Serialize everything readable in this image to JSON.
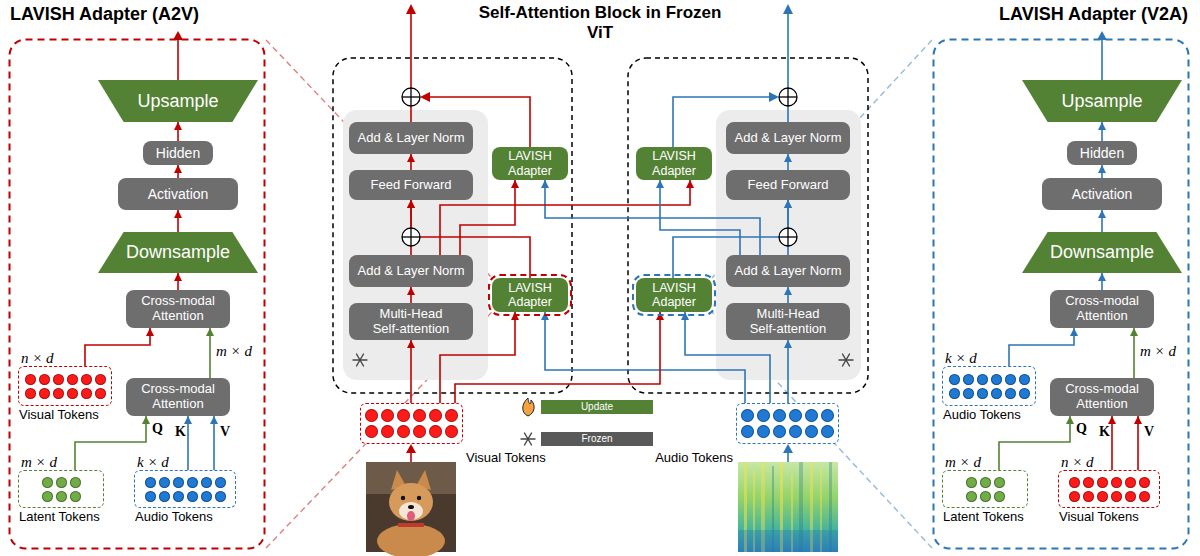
{
  "diagram": {
    "nodes": [
      {
        "text": [
          "LAVISH Adapter (A2V)"
        ]
      },
      {
        "text": [
          "Upsample"
        ],
        "in": 0
      },
      {
        "text": [
          "Hidden"
        ],
        "in": 0
      },
      {
        "text": [
          "Activation"
        ],
        "in": 0
      },
      {
        "text": [
          "Downsample"
        ],
        "in": 0
      },
      {
        "text": [
          "Cross-modal Attention"
        ],
        "in": 0
      },
      {
        "text": [
          "n × d",
          "Visual Tokens"
        ],
        "in": 0
      },
      {
        "text": [
          "Cross-modal Attention"
        ],
        "in": 0
      },
      {
        "text": [
          "m × d",
          "Latent Tokens"
        ],
        "in": 0
      },
      {
        "text": [
          "k × d",
          "Audio Tokens"
        ],
        "in": 0
      },
      {
        "text": [
          "Add & Layer Norm"
        ]
      },
      {
        "text": [
          "LAVISH Adapter"
        ]
      },
      {
        "text": [
          "Feed Forward"
        ]
      },
      {
        "text": [
          "Add & Layer Norm"
        ]
      },
      {
        "text": [
          "LAVISH Adapter"
        ]
      },
      {
        "text": [
          "Multi-Head Self-attention"
        ]
      },
      {
        "text": [
          "LAVISH Adapter"
        ]
      },
      {
        "text": [
          "Add & Layer Norm"
        ]
      },
      {
        "text": [
          "Feed Forward"
        ]
      },
      {
        "text": [
          "LAVISH Adapter"
        ]
      },
      {
        "text": [
          "Add & Layer Norm"
        ]
      },
      {
        "text": [
          "Multi-Head Self-attention"
        ]
      },
      {
        "text": [
          "Visual Tokens"
        ]
      },
      {
        "text": [
          "Audio Tokens"
        ]
      },
      {
        "text": [
          "LAVISH Adapter (V2A)"
        ]
      },
      {
        "text": [
          "Upsample"
        ],
        "in": 24
      },
      {
        "text": [
          "Hidden"
        ],
        "in": 24
      },
      {
        "text": [
          "Activation"
        ],
        "in": 24
      },
      {
        "text": [
          "Downsample"
        ],
        "in": 24
      },
      {
        "text": [
          "Cross-modal Attention"
        ],
        "in": 24
      },
      {
        "text": [
          "k × d",
          "Audio Tokens"
        ],
        "in": 24
      },
      {
        "text": [
          "Cross-modal Attention"
        ],
        "in": 24
      },
      {
        "text": [
          "m × d",
          "Latent Tokens"
        ],
        "in": 24
      },
      {
        "text": [
          "n × d",
          "Visual Tokens"
        ],
        "in": 24
      }
    ],
    "edges": [
      {
        "from": 8,
        "to": 7,
        "arrow": "to",
        "label": "Q"
      },
      {
        "from": 9,
        "to": 7,
        "arrow": "to",
        "label": "K"
      },
      {
        "from": 9,
        "to": 7,
        "arrow": "to",
        "label": "V"
      },
      {
        "from": 7,
        "to": 5,
        "arrow": "to",
        "label": "m × d"
      },
      {
        "from": 6,
        "to": 5,
        "arrow": "to"
      },
      {
        "from": 5,
        "to": 4,
        "arrow": "to"
      },
      {
        "from": 4,
        "to": 3,
        "arrow": "to"
      },
      {
        "from": 3,
        "to": 2,
        "arrow": "to"
      },
      {
        "from": 2,
        "to": 1,
        "arrow": "to"
      },
      {
        "from": 22,
        "to": 15,
        "arrow": "to"
      },
      {
        "from": 15,
        "to": 13,
        "arrow": "to"
      },
      {
        "from": 13,
        "to": 12,
        "arrow": "to"
      },
      {
        "from": 12,
        "to": 10,
        "arrow": "to"
      },
      {
        "from": 22,
        "to": 14,
        "arrow": "to"
      },
      {
        "from": 23,
        "to": 14,
        "arrow": "to"
      },
      {
        "from": 14,
        "to": 12,
        "arrow": "to"
      },
      {
        "from": 13,
        "to": 11,
        "arrow": "to"
      },
      {
        "from": 20,
        "to": 11,
        "arrow": "to"
      },
      {
        "from": 13,
        "to": 16,
        "arrow": "to"
      },
      {
        "from": 20,
        "to": 16,
        "arrow": "to"
      },
      {
        "from": 23,
        "to": 21,
        "arrow": "to"
      },
      {
        "from": 21,
        "to": 20,
        "arrow": "to"
      },
      {
        "from": 20,
        "to": 18,
        "arrow": "to"
      },
      {
        "from": 18,
        "to": 17,
        "arrow": "to"
      },
      {
        "from": 22,
        "to": 19,
        "arrow": "to"
      },
      {
        "from": 23,
        "to": 19,
        "arrow": "to"
      },
      {
        "from": 19,
        "to": 18,
        "arrow": "to"
      },
      {
        "from": 32,
        "to": 31,
        "arrow": "to",
        "label": "Q"
      },
      {
        "from": 33,
        "to": 31,
        "arrow": "to",
        "label": "K"
      },
      {
        "from": 33,
        "to": 31,
        "arrow": "to",
        "label": "V"
      },
      {
        "from": 31,
        "to": 29,
        "arrow": "to",
        "label": "m × d"
      },
      {
        "from": 30,
        "to": 29,
        "arrow": "to"
      },
      {
        "from": 29,
        "to": 28,
        "arrow": "to"
      },
      {
        "from": 28,
        "to": 27,
        "arrow": "to"
      },
      {
        "from": 27,
        "to": 26,
        "arrow": "to"
      },
      {
        "from": 26,
        "to": 25,
        "arrow": "to"
      }
    ],
    "labels": [
      "Self-Attention Block in Frozen ViT"
    ],
    "legend": [
      {
        "text": "Update",
        "color": "#548235"
      },
      {
        "text": "Frozen",
        "color": "#595959"
      }
    ]
  }
}
